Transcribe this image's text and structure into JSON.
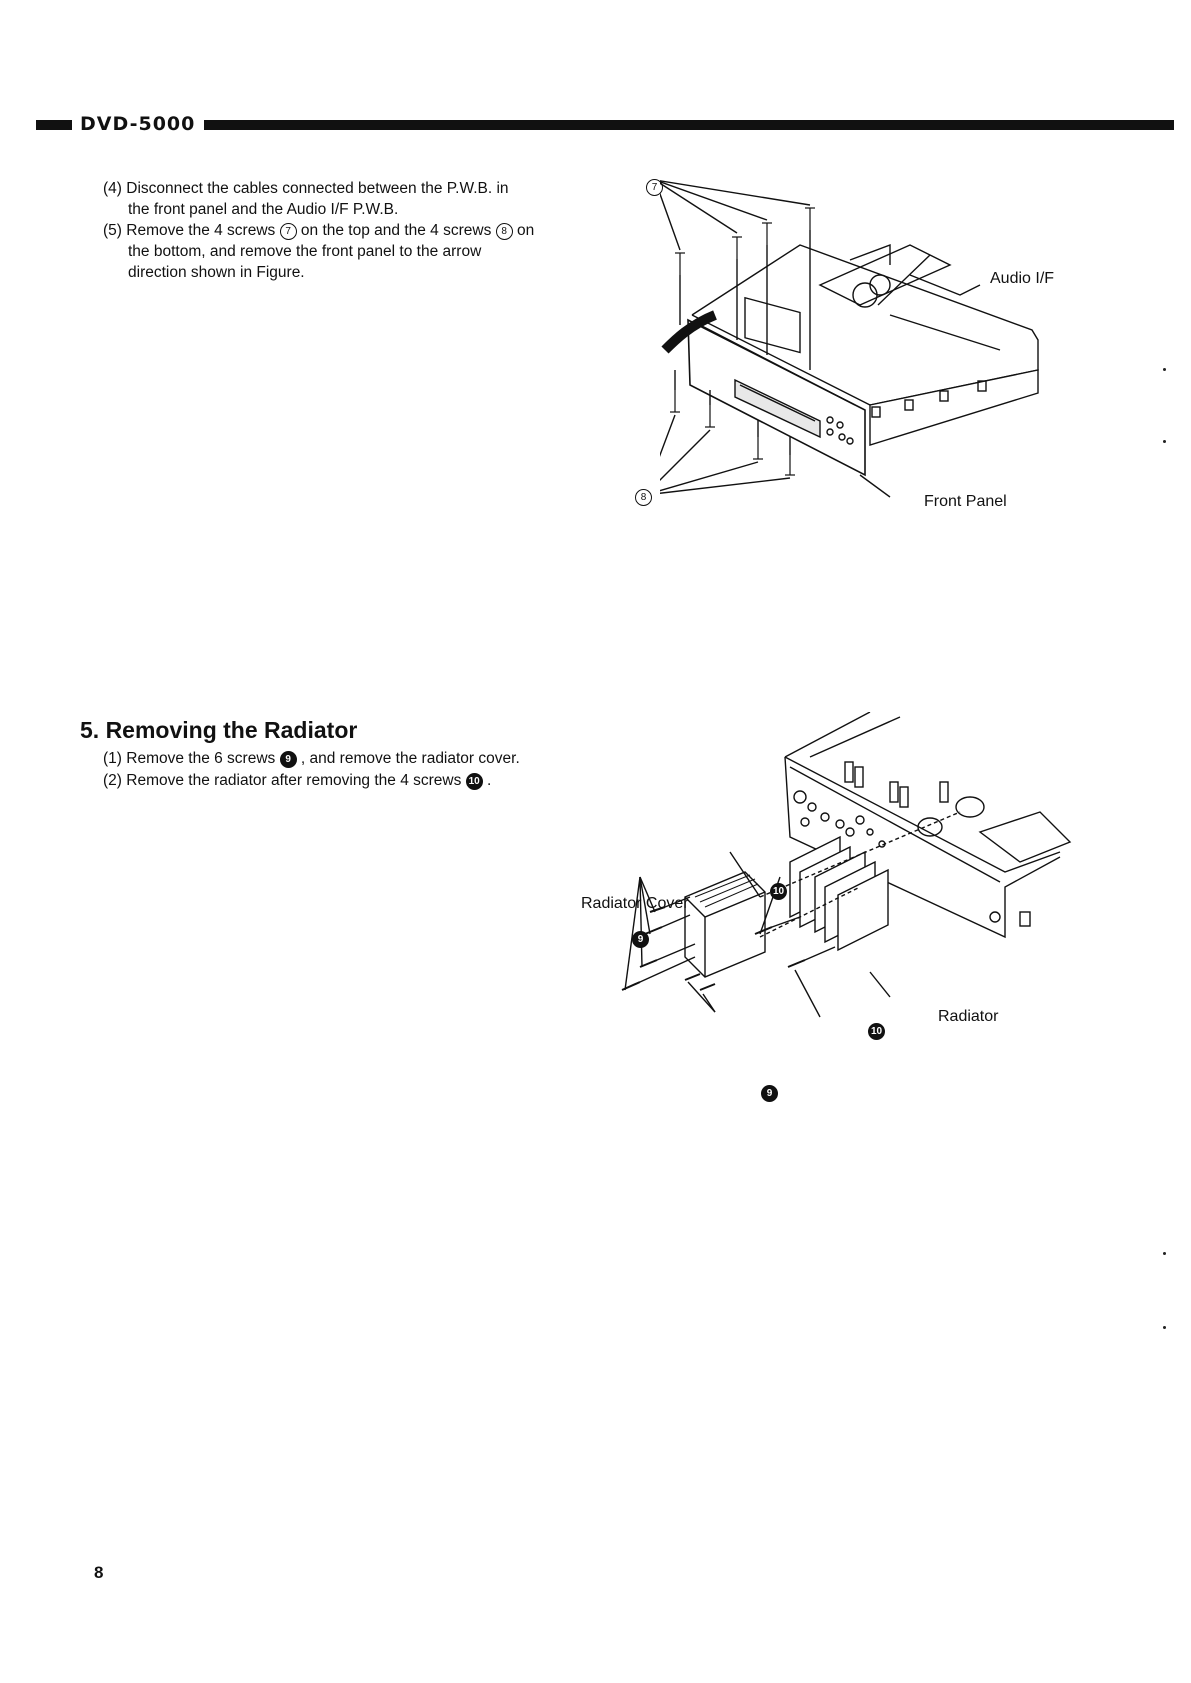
{
  "header": {
    "model": "DVD-5000"
  },
  "section4": {
    "step4_line1": "(4) Disconnect the cables connected between the P.W.B. in",
    "step4_line2": "the front panel and the Audio I/F P.W.B.",
    "step5_pre": "(5) Remove the 4 screws",
    "step5_mid": "on the top and the 4 screws",
    "step5_post": "on",
    "step5_line2": "the bottom, and remove the front panel to the arrow",
    "step5_line3": "direction shown in Figure.",
    "screw_top_num": "7",
    "screw_bottom_num": "8"
  },
  "figure1": {
    "label_audio": "Audio I/F",
    "label_front": "Front Panel",
    "callout_top": "7",
    "callout_bottom": "8"
  },
  "section5": {
    "title": "5. Removing the Radiator",
    "step1_pre": "(1) Remove the 6 screws",
    "step1_post": ", and remove the radiator cover.",
    "step2_pre": "(2) Remove the radiator after removing the 4 screws",
    "step2_post": ".",
    "screw_cover_num": "9",
    "screw_radiator_num": "10"
  },
  "figure2": {
    "label_cover": "Radiator Cover",
    "label_radiator": "Radiator",
    "callout_9a": "9",
    "callout_9b": "9",
    "callout_10a": "10",
    "callout_10b": "10"
  },
  "footer": {
    "page_number": "8"
  }
}
